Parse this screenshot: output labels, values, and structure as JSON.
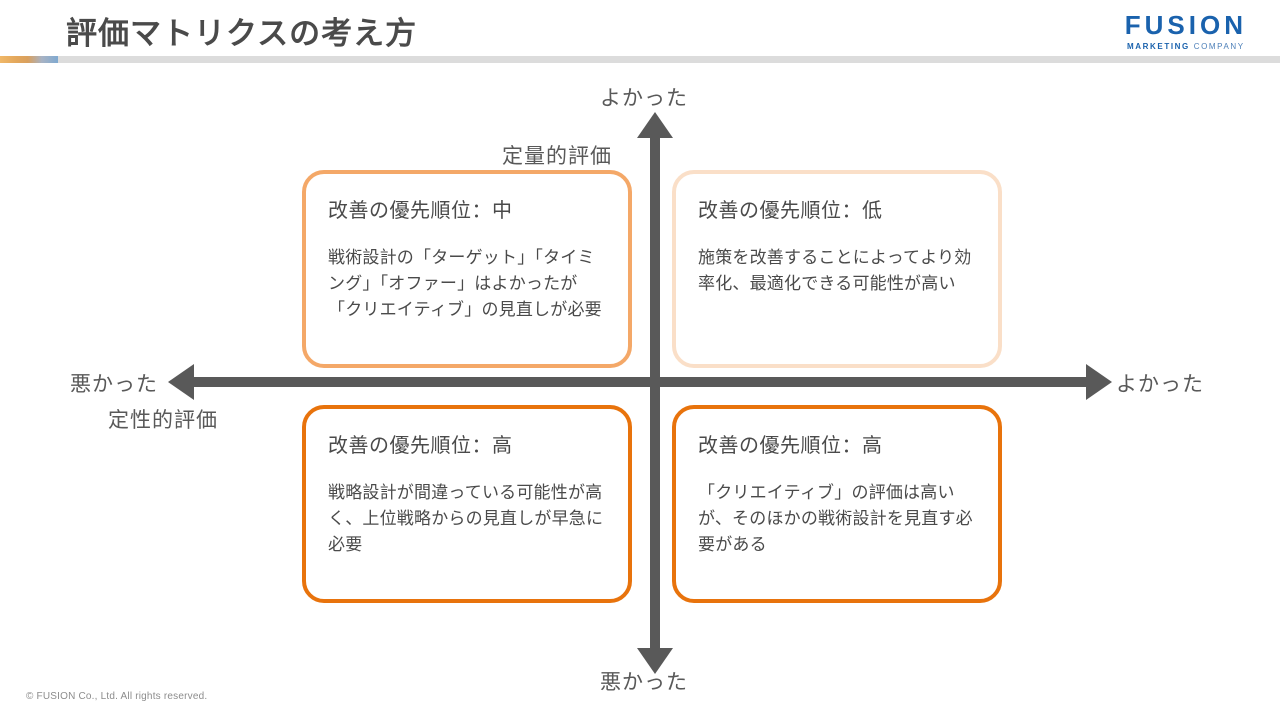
{
  "header": {
    "title": "評価マトリクスの考え方",
    "accent_color": "#e8a34b",
    "accent_color_2": "#7fa9d0",
    "rule_color": "#dcdcdc"
  },
  "logo": {
    "wordmark": "FUSION",
    "tagline_strong": "MARKETING",
    "tagline_light": "COMPANY",
    "color": "#1a62ad"
  },
  "axes": {
    "vertical": {
      "dimension_label": "定量的評価",
      "positive_label": "よかった",
      "negative_label": "悪かった"
    },
    "horizontal": {
      "dimension_label": "定性的評価",
      "positive_label": "よかった",
      "negative_label": "悪かった"
    },
    "line_color": "#595959"
  },
  "quadrants": [
    {
      "position": "top-left",
      "title": "改善の優先順位：中",
      "body": "戦術設計の「ターゲット」「タイミング」「オファー」はよかったが「クリエイティブ」の見直しが必要",
      "border_color": "#f4a868"
    },
    {
      "position": "top-right",
      "title": "改善の優先順位：低",
      "body": "施策を改善することによってより効率化、最適化できる可能性が高い",
      "border_color": "#fadfc8"
    },
    {
      "position": "bottom-left",
      "title": "改善の優先順位：高",
      "body": "戦略設計が間違っている可能性が高く、上位戦略からの見直しが早急に必要",
      "border_color": "#e8730c"
    },
    {
      "position": "bottom-right",
      "title": "改善の優先順位：高",
      "body": "「クリエイティブ」の評価は高いが、そのほかの戦術設計を見直す必要がある",
      "border_color": "#e8730c"
    }
  ],
  "footer": {
    "copyright": "© FUSION Co., Ltd. All rights reserved."
  }
}
